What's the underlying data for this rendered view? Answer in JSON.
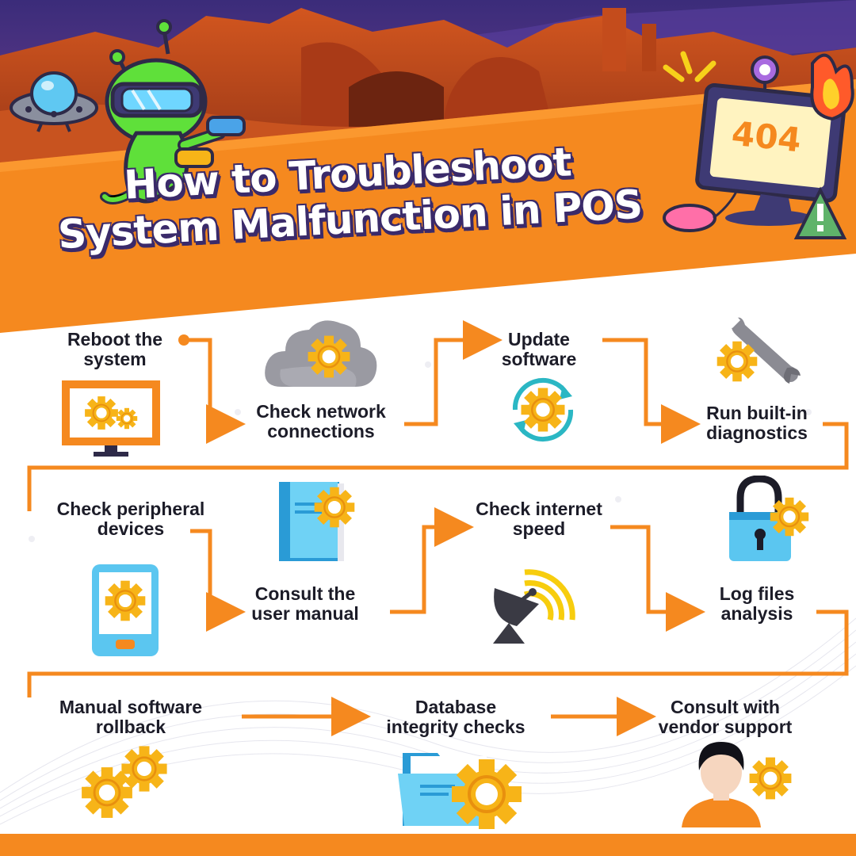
{
  "title": {
    "line1": "How to Troubleshoot",
    "line2": "System Malfunction in POS"
  },
  "error_screen_code": "404",
  "steps": [
    {
      "label": "Reboot the\nsystem",
      "icon": "monitor-gears-icon"
    },
    {
      "label": "Check network\nconnections",
      "icon": "cloud-gear-icon"
    },
    {
      "label": "Update\nsoftware",
      "icon": "refresh-gear-icon"
    },
    {
      "label": "Run built-in\ndiagnostics",
      "icon": "wrench-gear-icon"
    },
    {
      "label": "Check peripheral\ndevices",
      "icon": "tablet-gear-icon"
    },
    {
      "label": "Consult the\nuser manual",
      "icon": "book-gear-icon"
    },
    {
      "label": "Check internet\nspeed",
      "icon": "satellite-dish-icon"
    },
    {
      "label": "Log files\nanalysis",
      "icon": "padlock-gear-icon"
    },
    {
      "label": "Manual software\nrollback",
      "icon": "double-gears-icon"
    },
    {
      "label": "Database\nintegrity checks",
      "icon": "folder-gear-icon"
    },
    {
      "label": "Consult with\nvendor support",
      "icon": "support-person-icon"
    }
  ],
  "colors": {
    "orange": "#f5891f",
    "gear": "#f7b418",
    "sky": "#3b2c7a",
    "rock": "#b9471d",
    "alien": "#5fe03a",
    "text": "#1c1c28"
  }
}
